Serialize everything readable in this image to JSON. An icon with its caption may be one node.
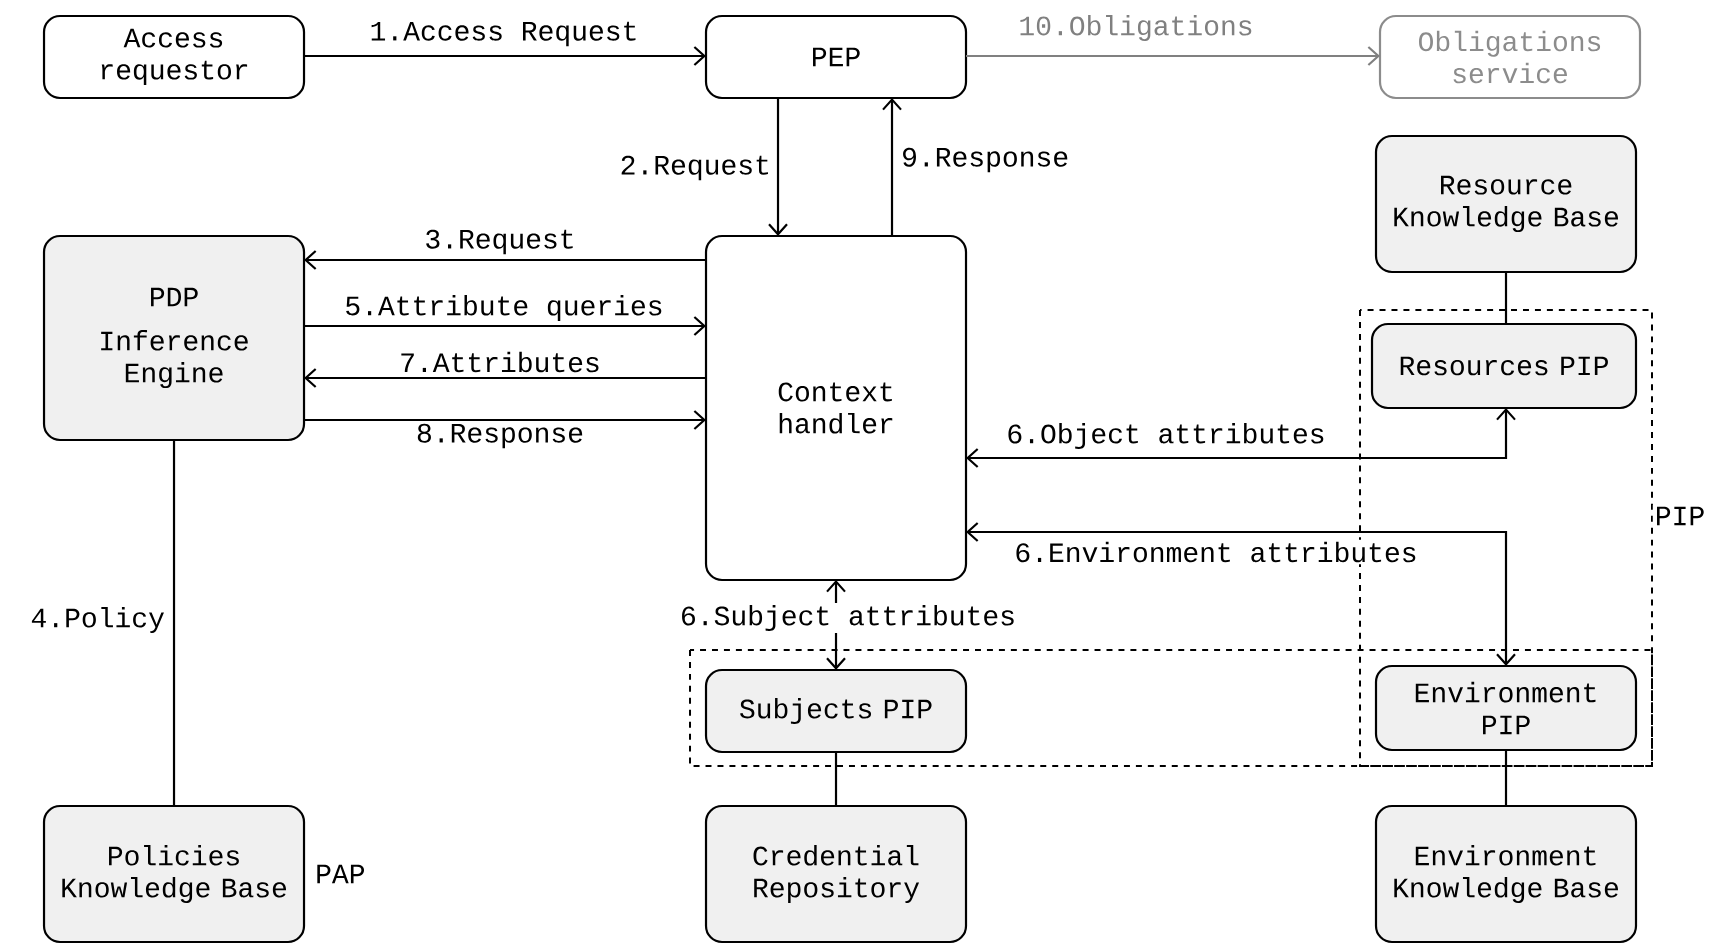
{
  "diagram": {
    "nodes": [
      {
        "text": [
          "Access requestor"
        ]
      },
      {
        "text": [
          "PEP"
        ]
      },
      {
        "text": [
          "Obligations service"
        ]
      },
      {
        "text": [
          "PDP",
          "Inference Engine"
        ]
      },
      {
        "text": [
          "Context handler"
        ]
      },
      {
        "text": [
          "Resource Knowledge Base"
        ]
      },
      {
        "text": [
          "Resources PIP"
        ]
      },
      {
        "text": [
          "Subjects PIP"
        ]
      },
      {
        "text": [
          "Environment PIP"
        ]
      },
      {
        "text": [
          "Policies Knowledge Base"
        ],
        "beside": [
          "PAP"
        ]
      },
      {
        "text": [
          "Credential Repository"
        ]
      },
      {
        "text": [
          "Environment Knowledge Base"
        ]
      }
    ],
    "edges": [
      {
        "from": 0,
        "to": 1,
        "arrow": "to",
        "label": "1.Access Request"
      },
      {
        "from": 1,
        "to": 4,
        "arrow": "to",
        "label": "2.Request"
      },
      {
        "from": 4,
        "to": 3,
        "arrow": "to",
        "label": "3.Request"
      },
      {
        "from": 3,
        "to": 9,
        "arrow": "none",
        "label": "4.Policy"
      },
      {
        "from": 3,
        "to": 4,
        "arrow": "to",
        "label": "5.Attribute queries"
      },
      {
        "from": 4,
        "to": 6,
        "arrow": "both",
        "label": "6.Object attributes"
      },
      {
        "from": 4,
        "to": 8,
        "arrow": "both",
        "label": "6.Environment attributes"
      },
      {
        "from": 4,
        "to": 7,
        "arrow": "both",
        "label": "6.Subject attributes"
      },
      {
        "from": 4,
        "to": 3,
        "arrow": "to",
        "label": "7.Attributes"
      },
      {
        "from": 3,
        "to": 4,
        "arrow": "to",
        "label": "8.Response"
      },
      {
        "from": 4,
        "to": 1,
        "arrow": "to",
        "label": "9.Response"
      },
      {
        "from": 1,
        "to": 2,
        "arrow": "to",
        "label": "10.Obligations",
        "color": "#808080"
      },
      {
        "from": 5,
        "to": 6,
        "arrow": "none"
      },
      {
        "from": 7,
        "to": 10,
        "arrow": "none"
      },
      {
        "from": 8,
        "to": 11,
        "arrow": "none"
      }
    ],
    "labels": [
      "PIP"
    ]
  }
}
